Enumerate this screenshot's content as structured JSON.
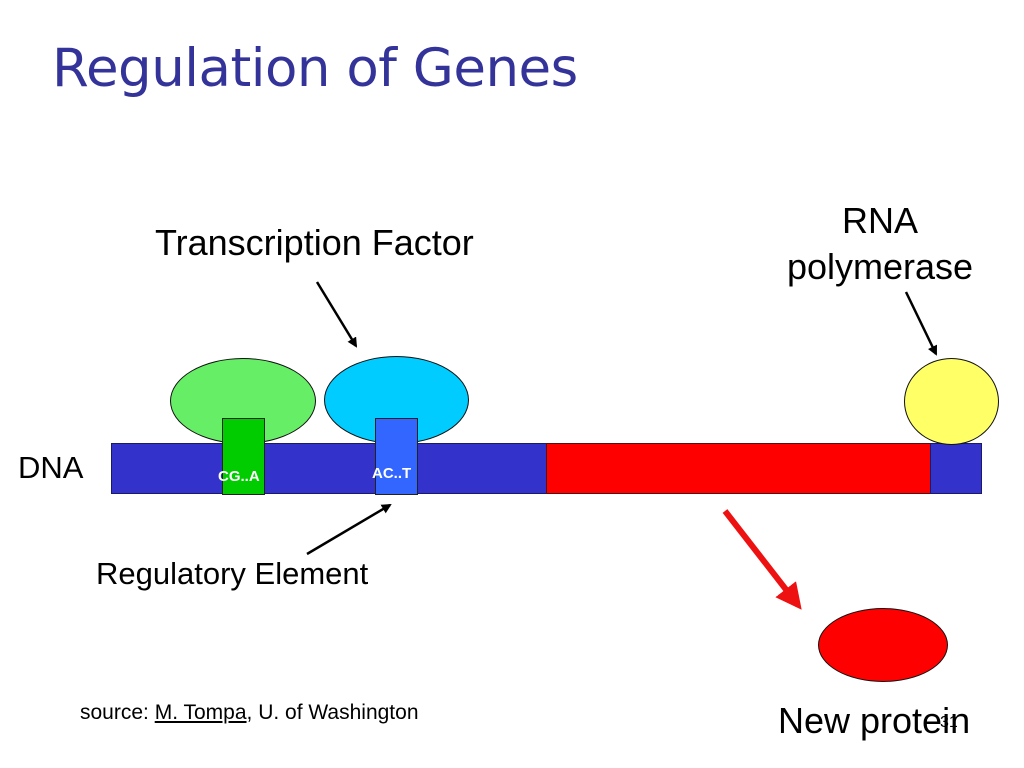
{
  "slide": {
    "title": "Regulation of Genes",
    "slide_number": "31"
  },
  "labels": {
    "transcription_factor": "Transcription Factor",
    "rna_polymerase_line1": "RNA",
    "rna_polymerase_line2": "polymerase",
    "dna": "DNA",
    "regulatory_element": "Regulatory Element",
    "new_protein": "New protein"
  },
  "sequences": {
    "green_site": "CG..A",
    "blue_site": "AC..T"
  },
  "source": {
    "prefix": "source: ",
    "author": "M. Tompa",
    "suffix": ", U. of Washington"
  },
  "colors": {
    "title": "#333399",
    "dna_blue": "#3333cc",
    "gene_red": "#ff0000",
    "tf_green": "#66ee66",
    "tf_cyan": "#00ccff",
    "site_green": "#00cc00",
    "site_blue": "#3366ff",
    "rna_polymerase": "#ffff66",
    "protein": "#ff0000",
    "arrow_black": "#000000",
    "arrow_red": "#ee1111"
  }
}
